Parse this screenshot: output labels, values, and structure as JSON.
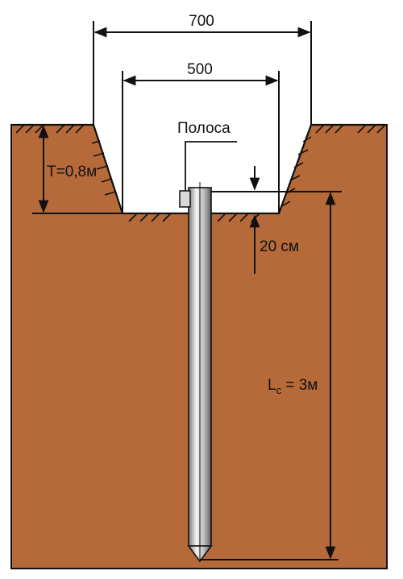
{
  "diagram": {
    "labels": {
      "top_width": "700",
      "bottom_width": "500",
      "strip": "Полоса",
      "depth": "T=0,8м",
      "offset": "20 см",
      "rod_length_prefix": "L",
      "rod_length_sub": "с",
      "rod_length_suffix": " = 3м"
    },
    "colors": {
      "soil": "#B66A3A",
      "trench": "#ffffff",
      "line": "#111111",
      "rod_light": "#f2f2f2",
      "rod_dark": "#6e6e6e"
    }
  }
}
